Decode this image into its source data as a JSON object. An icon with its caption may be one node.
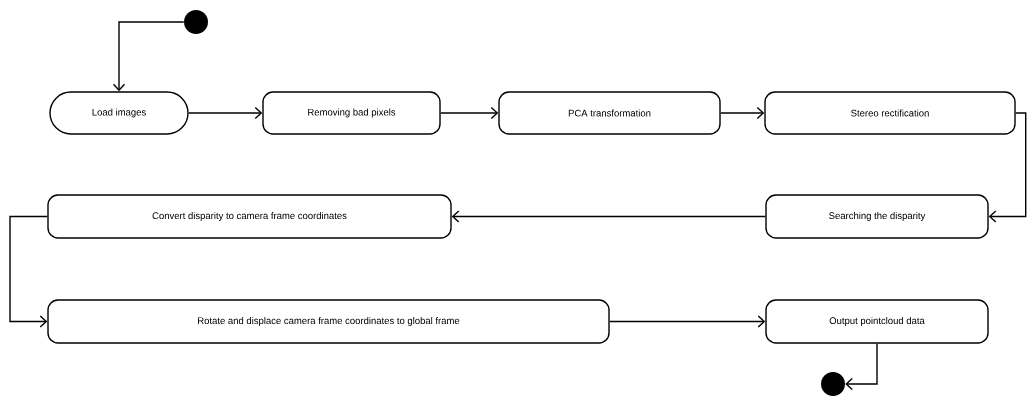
{
  "diagram": {
    "nodes": [
      {
        "text": [],
        "shape": "circle"
      },
      {
        "text": [
          "Load images"
        ]
      },
      {
        "text": [
          "Removing bad pixels"
        ]
      },
      {
        "text": [
          "PCA transformation"
        ]
      },
      {
        "text": [
          "Stereo rectification"
        ]
      },
      {
        "text": [
          "Convert disparity to camera frame coordinates"
        ]
      },
      {
        "text": [
          "Searching the disparity"
        ]
      },
      {
        "text": [
          "Rotate and displace camera frame coordinates to global frame"
        ]
      },
      {
        "text": [
          "Output pointcloud data"
        ]
      },
      {
        "text": [],
        "shape": "circle"
      }
    ],
    "edges": [
      {
        "from": 0,
        "to": 1,
        "arrow": "to"
      },
      {
        "from": 1,
        "to": 2,
        "arrow": "to"
      },
      {
        "from": 2,
        "to": 3,
        "arrow": "to"
      },
      {
        "from": 3,
        "to": 4,
        "arrow": "to"
      },
      {
        "from": 4,
        "to": 6,
        "arrow": "to"
      },
      {
        "from": 6,
        "to": 5,
        "arrow": "to"
      },
      {
        "from": 5,
        "to": 7,
        "arrow": "to"
      },
      {
        "from": 7,
        "to": 8,
        "arrow": "to"
      },
      {
        "from": 8,
        "to": 9,
        "arrow": "to"
      }
    ]
  }
}
